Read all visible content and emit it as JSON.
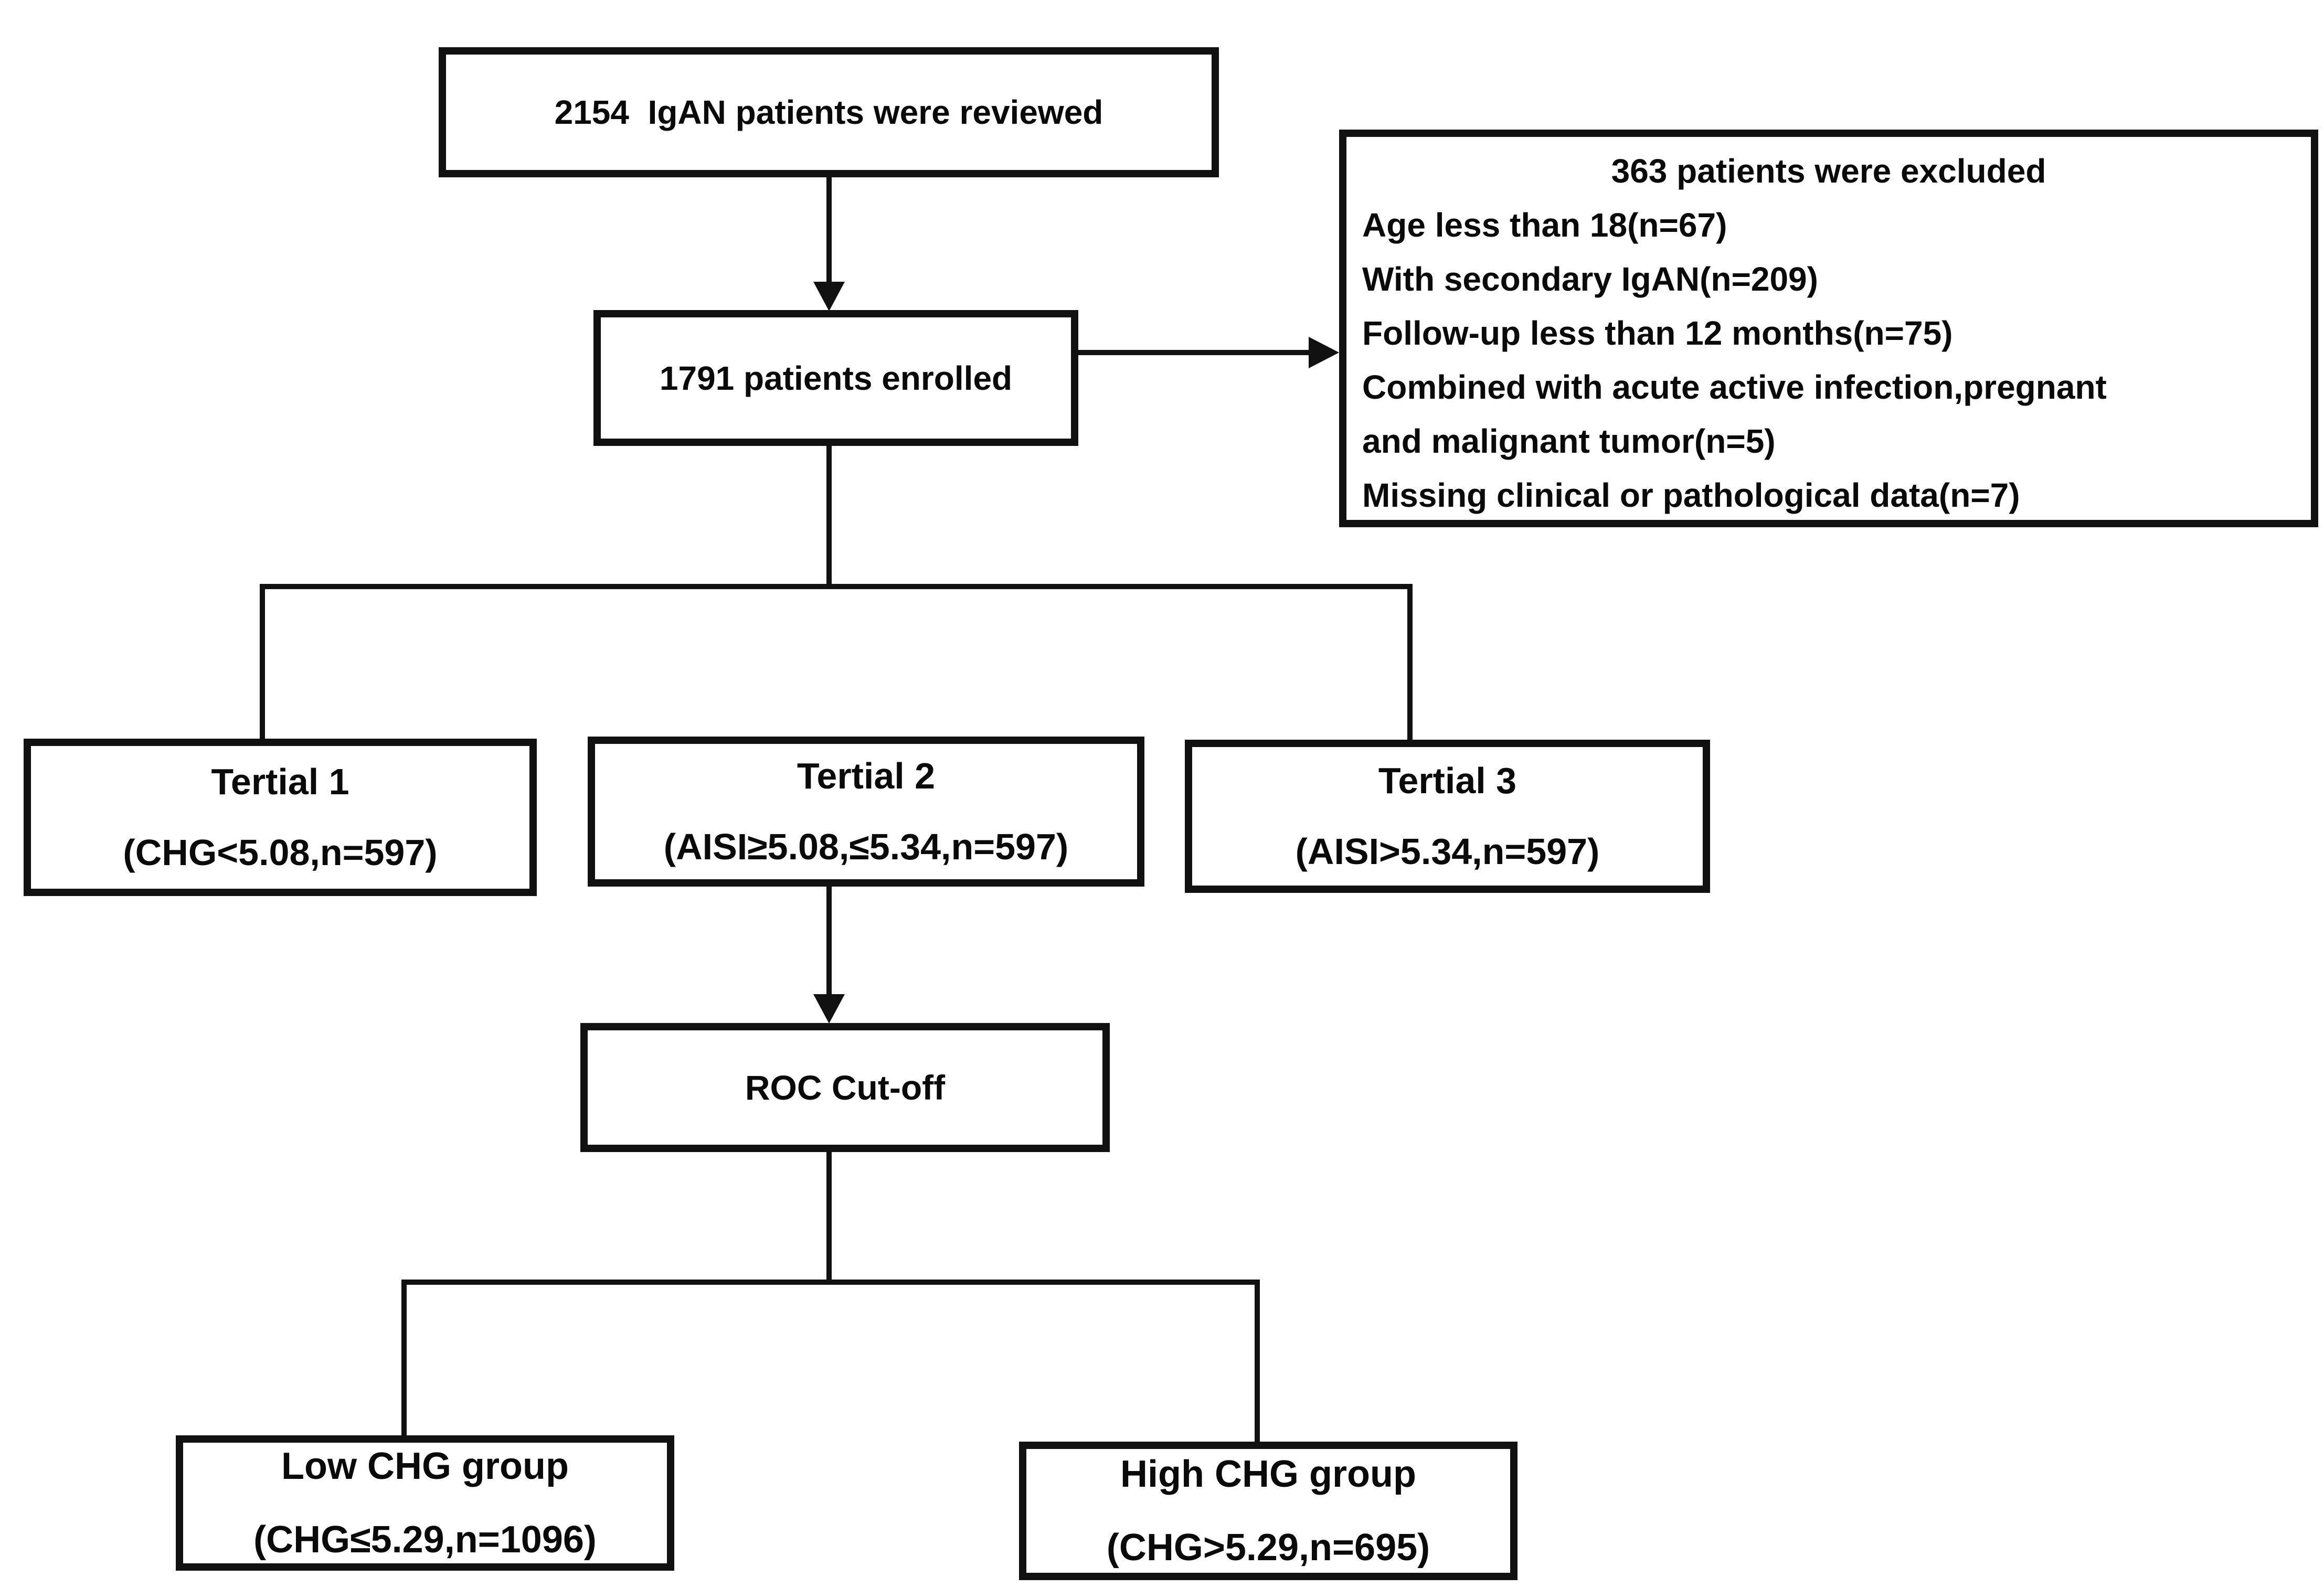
{
  "nodes": {
    "review": {
      "text": "2154  IgAN patients were reviewed"
    },
    "enrolled": {
      "text": "1791 patients enrolled"
    },
    "excluded": {
      "title": "363 patients were excluded",
      "items": [
        "Age less than 18(n=67)",
        "With secondary IgAN(n=209)",
        "Follow-up less than 12 months(n=75)",
        "Combined with acute active infection,pregnant\nand malignant tumor(n=5)",
        "Missing clinical or pathological data(n=7)"
      ]
    },
    "tertial1": {
      "line1": "Tertial 1",
      "line2": "(CHG<5.08,n=597)"
    },
    "tertial2": {
      "line1": "Tertial 2",
      "line2": "(AISI≥5.08,≤5.34,n=597)"
    },
    "tertial3": {
      "line1": "Tertial 3",
      "line2": "(AISI>5.34,n=597)"
    },
    "roc": {
      "text": "ROC Cut-off"
    },
    "low_chg": {
      "line1": "Low CHG group",
      "line2": "(CHG≤5.29,n=1096)"
    },
    "high_chg": {
      "line1": "High CHG group",
      "line2": "(CHG>5.29,n=695)"
    }
  },
  "edges": [
    {
      "from": "review",
      "to": "enrolled",
      "style": "arrow-down"
    },
    {
      "from": "enrolled",
      "to": "excluded",
      "style": "arrow-right"
    },
    {
      "from": "enrolled",
      "to": "tertial1",
      "style": "line"
    },
    {
      "from": "enrolled",
      "to": "tertial3",
      "style": "line"
    },
    {
      "from": "tertial2",
      "to": "roc",
      "style": "arrow-down"
    },
    {
      "from": "roc",
      "to": "low_chg",
      "style": "line"
    },
    {
      "from": "roc",
      "to": "high_chg",
      "style": "line"
    }
  ],
  "colors": {
    "line": "#111111",
    "text": "#0a0a0a",
    "background": "#ffffff"
  }
}
